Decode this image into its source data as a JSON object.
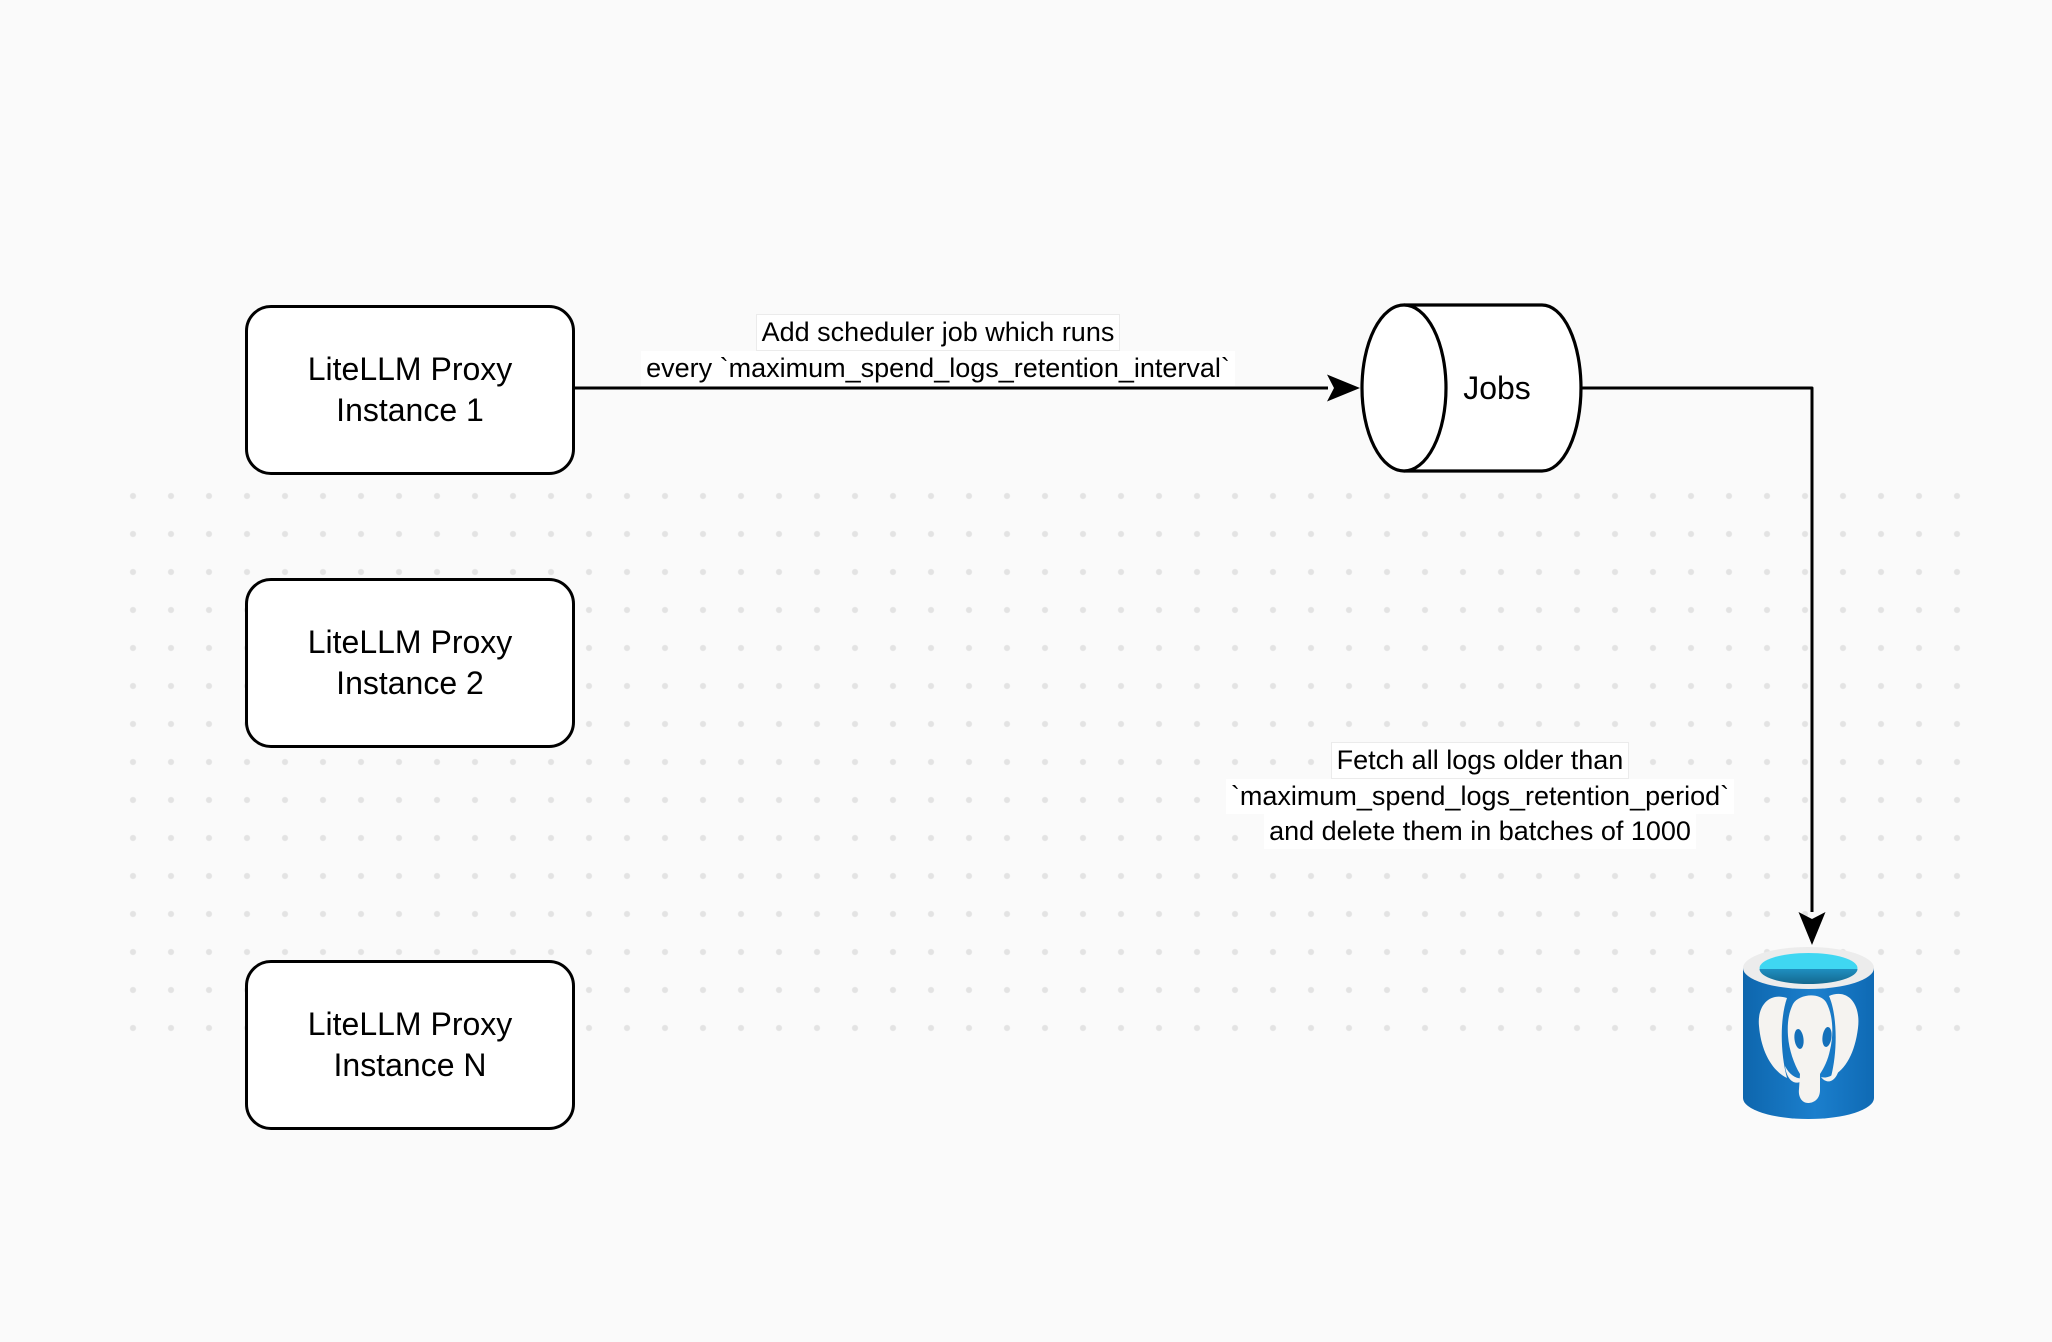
{
  "diagram": {
    "title": "LiteLLM spend-logs retention scheduler diagram",
    "nodes": {
      "proxy1": {
        "line1": "LiteLLM Proxy",
        "line2": "Instance 1"
      },
      "proxy2": {
        "line1": "LiteLLM Proxy",
        "line2": "Instance 2"
      },
      "proxyN": {
        "line1": "LiteLLM Proxy",
        "line2": "Instance N"
      },
      "jobs": {
        "label": "Jobs"
      },
      "postgres": {
        "icon": "postgresql-database-icon"
      }
    },
    "edges": {
      "schedule": {
        "line1": "Add scheduler job which runs",
        "line2": "every `maximum_spend_logs_retention_interval`"
      },
      "cleanup": {
        "line1": "Fetch all logs older than",
        "line2": "`maximum_spend_logs_retention_period`",
        "line3": "and delete them in batches of 1000"
      }
    },
    "colors": {
      "canvas_bg": "#fafafa",
      "dot_grid": "#e3e3e3",
      "stroke": "#000000",
      "node_fill": "#ffffff",
      "postgres_body": "#1470ba",
      "postgres_rim": "#ececec",
      "postgres_opening_cyan": "#3fd7f2",
      "postgres_inner_blue": "#1a80b0",
      "postgres_elephant": "#f5f3f0"
    }
  }
}
